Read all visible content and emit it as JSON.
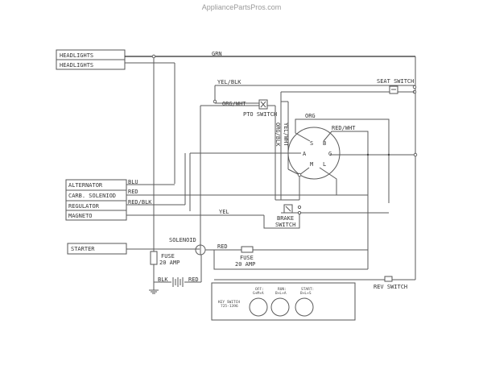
{
  "watermark": "AppliancePartsPros.com",
  "components": {
    "headlights_1": "HEADLIGHTS",
    "headlights_2": "HEADLIGHTS",
    "alternator": "ALTERNATOR",
    "carb_solenoid": "CARB. SOLENIOD",
    "regulator": "REGULATOR",
    "magneto": "MAGNETO",
    "starter": "STARTER",
    "seat_switch": "SEAT SWITCH",
    "pto_switch": "PTO SWITCH",
    "brake_switch_1": "BRAKE",
    "brake_switch_2": "SWITCH",
    "solenoid": "SOLENOID",
    "fuse_left_1": "FUSE",
    "fuse_left_2": "20 AMP",
    "fuse_mid_1": "FUSE",
    "fuse_mid_2": "20 AMP",
    "rev_switch": "REV SWITCH"
  },
  "wires": {
    "grn": "GRN",
    "yel_blk": "YEL/BLK",
    "org_wht": "ORG/WHT",
    "org_blk": "ORG/BLK",
    "yel_wht": "YEL/WHT",
    "org": "ORG",
    "red_wht": "RED/WHT",
    "blu": "BLU",
    "red": "RED",
    "red_blk": "RED/BLK",
    "yel": "YEL",
    "red_solenoid": "RED",
    "blk_battery": "BLK",
    "red_battery": "RED"
  },
  "ignition_terminals": {
    "s": "S",
    "b": "B",
    "a": "A",
    "g": "G",
    "m": "M",
    "l": "L"
  },
  "key_switch": {
    "title_1": "KEY SWITCH",
    "title_2": "725-1396",
    "positions": [
      {
        "name": "OFF:",
        "contacts": "G+M+A"
      },
      {
        "name": "RUN:",
        "contacts": "B+L+A"
      },
      {
        "name": "START:",
        "contacts": "B+L+S"
      }
    ]
  }
}
